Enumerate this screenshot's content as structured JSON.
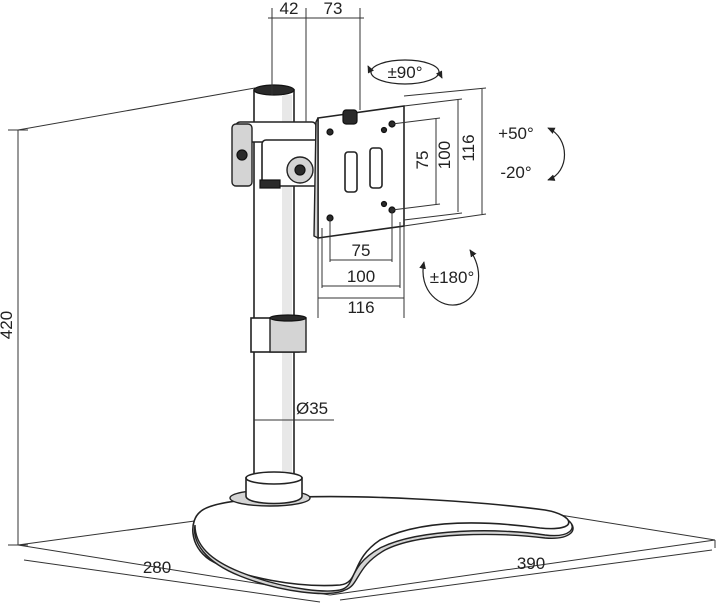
{
  "labels": {
    "arm_offset": "42",
    "head_offset": "73",
    "swivel": "±90°",
    "tilt_up": "+50°",
    "tilt_down": "-20°",
    "rotation": "±180°",
    "vesa_h_75": "75",
    "vesa_h_100": "100",
    "vesa_h_116": "116",
    "vesa_v_75": "75",
    "vesa_v_100": "100",
    "vesa_v_116": "116",
    "pole_diameter": "Ø35",
    "height": "420",
    "base_depth": "280",
    "base_width": "390"
  },
  "colors": {
    "line": "#222222",
    "shade": "#d4d4d4",
    "dark": "#2a2a2a"
  }
}
